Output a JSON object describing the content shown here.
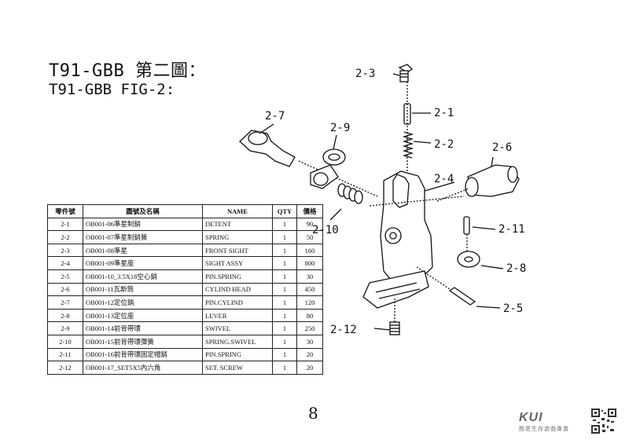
{
  "title": {
    "line1": "T91-GBB 第二圖：",
    "line2": "T91-GBB FIG-2:"
  },
  "table": {
    "headers": [
      "零件號",
      "圖號及名稱",
      "NAME",
      "QTY",
      "價格"
    ],
    "rows": [
      {
        "no": "2-1",
        "code": "OB001-06準星制銷",
        "name": "DETENT",
        "qty": "1",
        "price": "90"
      },
      {
        "no": "2-2",
        "code": "OB001-07準星制銷簧",
        "name": "SPRING",
        "qty": "1",
        "price": "50"
      },
      {
        "no": "2-3",
        "code": "OB001-08準星",
        "name": "FRONT SIGHT",
        "qty": "1",
        "price": "160"
      },
      {
        "no": "2-4",
        "code": "OB001-09準星座",
        "name": "SIGHT ASSY",
        "qty": "1",
        "price": "800"
      },
      {
        "no": "2-5",
        "code": "OB001-10_3.5X18空心銷",
        "name": "PIN.SPRING",
        "qty": "1",
        "price": "30"
      },
      {
        "no": "2-6",
        "code": "OB001-11瓦斯筒",
        "name": "CYLIND HEAD",
        "qty": "1",
        "price": "450"
      },
      {
        "no": "2-7",
        "code": "OB001-12定位銷",
        "name": "PIN.CYLIND",
        "qty": "1",
        "price": "120"
      },
      {
        "no": "2-8",
        "code": "OB001-13定位座",
        "name": "LEVER",
        "qty": "1",
        "price": "80"
      },
      {
        "no": "2-9",
        "code": "OB001-14前背帶環",
        "name": "SWIVEL",
        "qty": "1",
        "price": "250"
      },
      {
        "no": "2-10",
        "code": "OB001-15前背帶環彈簧",
        "name": "SPRING.SWIVEL",
        "qty": "1",
        "price": "30"
      },
      {
        "no": "2-11",
        "code": "OB001-16前背帶環固定帽銷",
        "name": "PIN.SPRING",
        "qty": "1",
        "price": "20"
      },
      {
        "no": "2-12",
        "code": "OB001-17_SET5X5內六角",
        "name": "SET. SCREW",
        "qty": "1",
        "price": "20"
      }
    ]
  },
  "diagram": {
    "labels": {
      "p2_1": "2-1",
      "p2_2": "2-2",
      "p2_3": "2-3",
      "p2_4": "2-4",
      "p2_5": "2-5",
      "p2_6": "2-6",
      "p2_7": "2-7",
      "p2_8": "2-8",
      "p2_9": "2-9",
      "p2_10": "2-10",
      "p2_11": "2-11",
      "p2_12": "2-12"
    }
  },
  "page_number": "8",
  "logo": {
    "name": "KUI",
    "tagline": "酷愛生存遊戲專賣"
  }
}
